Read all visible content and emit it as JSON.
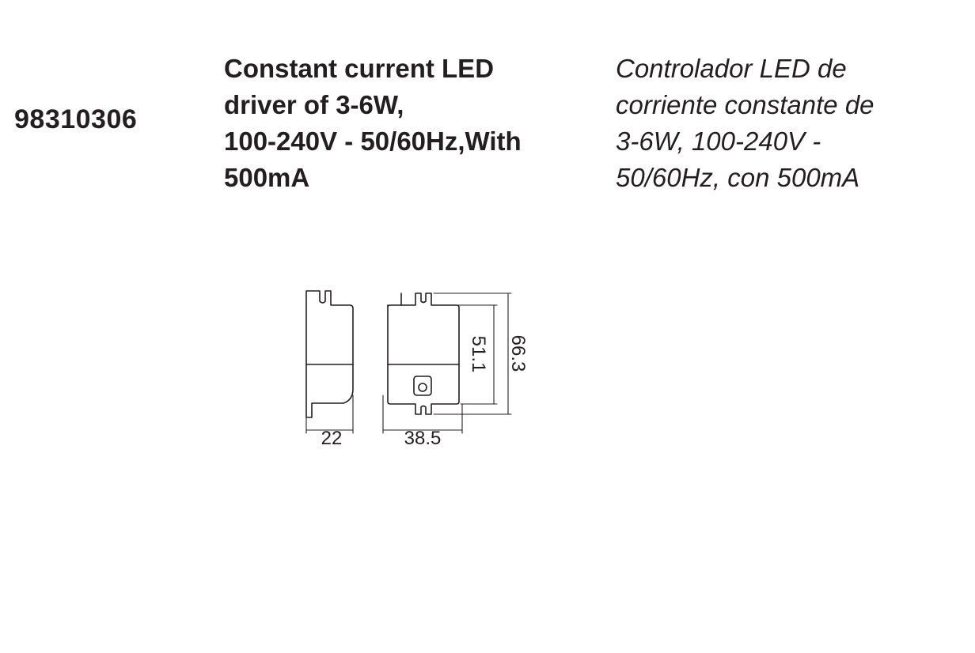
{
  "product": {
    "reference": "98310306",
    "description_en": [
      "Constant current LED",
      "driver of 3-6W,",
      "100-240V - 50/60Hz,With",
      "500mA"
    ],
    "description_es": [
      "Controlador LED de",
      "corriente constante de",
      "3-6W, 100-240V -",
      "50/60Hz, con 500mA"
    ]
  },
  "drawing": {
    "width_label": "22",
    "length_label": "38.5",
    "body_height_label": "51.1",
    "total_height_label": "66.3"
  }
}
